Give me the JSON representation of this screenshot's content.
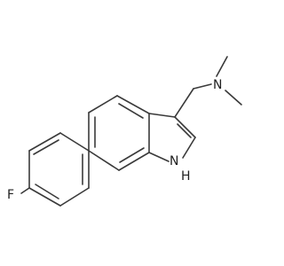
{
  "molecule": {
    "atoms": {
      "fluorine": "F",
      "nitrogen_amine": "N",
      "nitrogen_indole": "N",
      "indole_hydrogen": "H"
    },
    "colors": {
      "bond": "#3a3a3a",
      "label": "#1f1f1f",
      "background": "#ffffff"
    }
  }
}
